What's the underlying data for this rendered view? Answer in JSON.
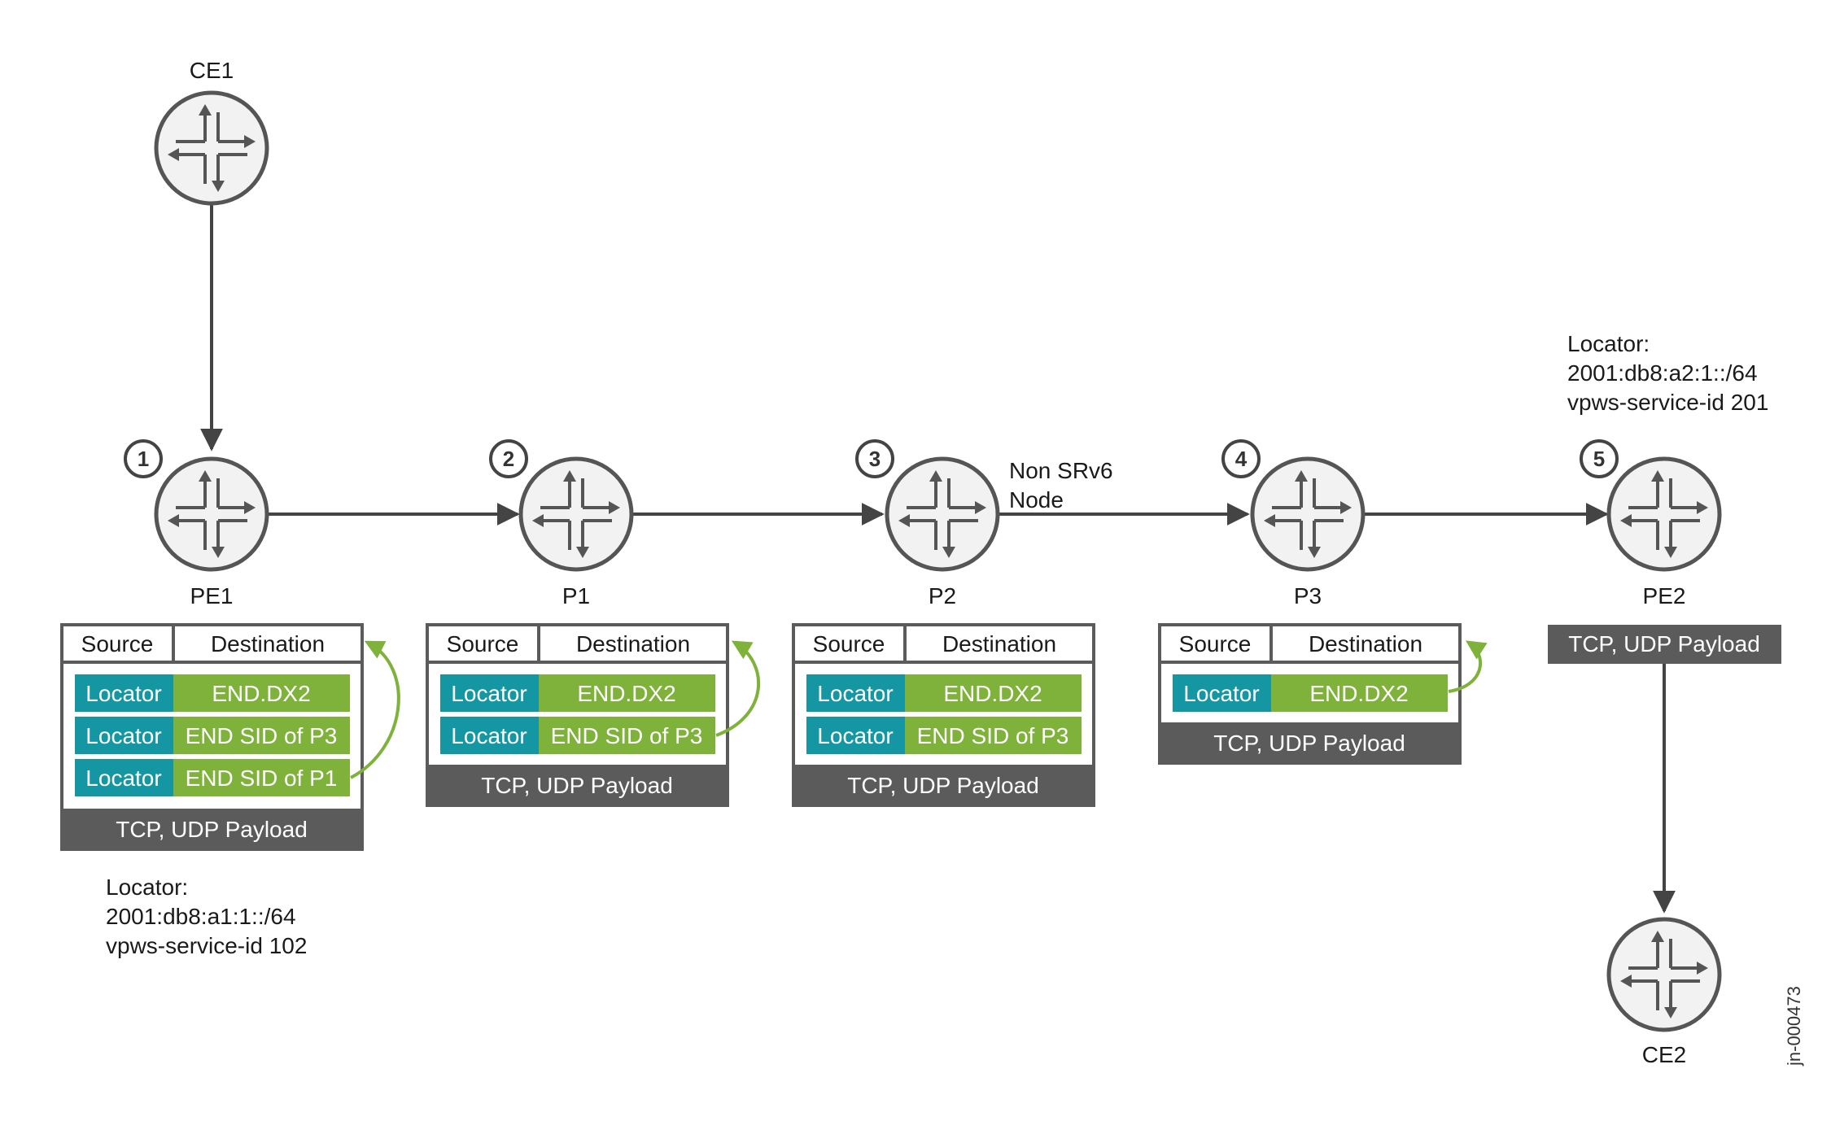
{
  "colors": {
    "locator": "#1596a3",
    "sid": "#7fb23a",
    "payload": "#5b5b5b",
    "frame": "#5b5b5b",
    "arrow": "#444444",
    "curve": "#7fb23a",
    "router_fill": "#f2f2f2",
    "router_stroke": "#555555"
  },
  "routers": {
    "ce1": "CE1",
    "pe1": "PE1",
    "p1": "P1",
    "p2": "P2",
    "p3": "P3",
    "pe2": "PE2",
    "ce2": "CE2"
  },
  "steps": [
    "1",
    "2",
    "3",
    "4",
    "5"
  ],
  "p2_note": [
    "Non SRv6",
    "Node"
  ],
  "packet_headers": {
    "source": "Source",
    "destination": "Destination"
  },
  "packets": {
    "pe1": {
      "rows": [
        {
          "locator": "Locator",
          "sid": "END.DX2"
        },
        {
          "locator": "Locator",
          "sid": "END SID of P3"
        },
        {
          "locator": "Locator",
          "sid": "END SID of P1"
        }
      ],
      "payload": "TCP, UDP Payload"
    },
    "p1": {
      "rows": [
        {
          "locator": "Locator",
          "sid": "END.DX2"
        },
        {
          "locator": "Locator",
          "sid": "END SID of P3"
        }
      ],
      "payload": "TCP, UDP Payload"
    },
    "p2": {
      "rows": [
        {
          "locator": "Locator",
          "sid": "END.DX2"
        },
        {
          "locator": "Locator",
          "sid": "END SID of P3"
        }
      ],
      "payload": "TCP, UDP Payload"
    },
    "p3": {
      "rows": [
        {
          "locator": "Locator",
          "sid": "END.DX2"
        }
      ],
      "payload": "TCP, UDP Payload"
    },
    "pe2": {
      "payload": "TCP, UDP Payload"
    }
  },
  "pe1_locator": [
    "Locator:",
    "2001:db8:a1:1::/64",
    "vpws-service-id 102"
  ],
  "pe2_locator": [
    "Locator:",
    "2001:db8:a2:1::/64",
    "vpws-service-id 201"
  ],
  "watermark": "jn-000473"
}
